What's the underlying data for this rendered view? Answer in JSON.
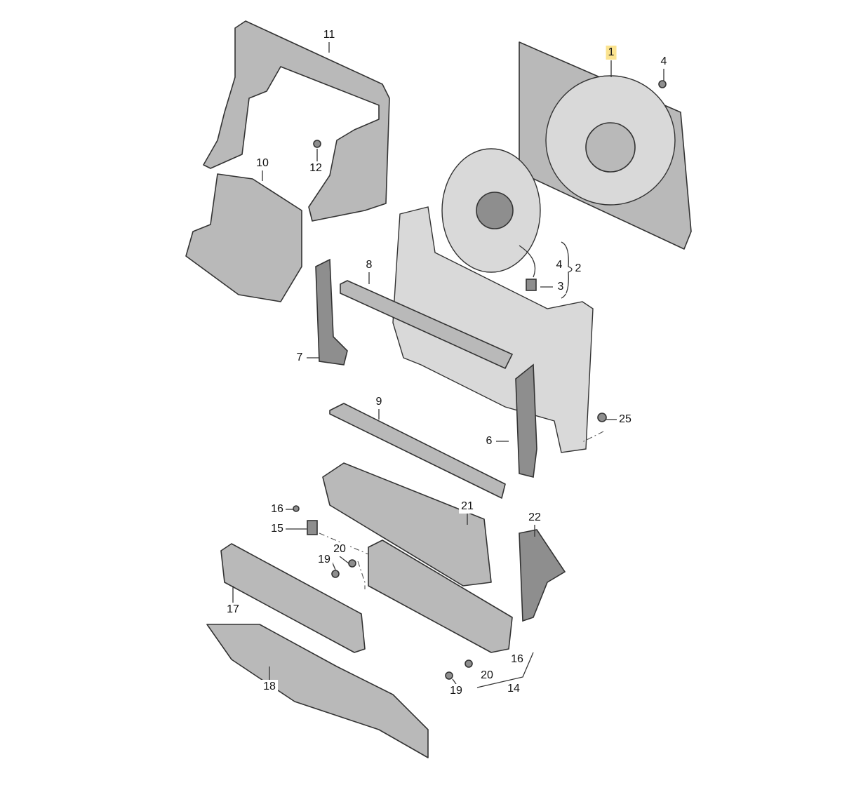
{
  "diagram": {
    "highlight_color": "#fbe38f",
    "callouts": [
      {
        "id": "c11",
        "text": "11"
      },
      {
        "id": "c1",
        "text": "1",
        "highlighted": true
      },
      {
        "id": "c4a",
        "text": "4"
      },
      {
        "id": "c12",
        "text": "12"
      },
      {
        "id": "c10",
        "text": "10"
      },
      {
        "id": "c8",
        "text": "8"
      },
      {
        "id": "c4b",
        "text": "4"
      },
      {
        "id": "c2",
        "text": "2"
      },
      {
        "id": "c3",
        "text": "3"
      },
      {
        "id": "c7",
        "text": "7"
      },
      {
        "id": "c9",
        "text": "9"
      },
      {
        "id": "c25",
        "text": "25"
      },
      {
        "id": "c6",
        "text": "6"
      },
      {
        "id": "c16a",
        "text": "16"
      },
      {
        "id": "c21",
        "text": "21"
      },
      {
        "id": "c15",
        "text": "15"
      },
      {
        "id": "c22",
        "text": "22"
      },
      {
        "id": "c20a",
        "text": "20"
      },
      {
        "id": "c19a",
        "text": "19"
      },
      {
        "id": "c17",
        "text": "17"
      },
      {
        "id": "c16b",
        "text": "16"
      },
      {
        "id": "c20b",
        "text": "20"
      },
      {
        "id": "c19b",
        "text": "19"
      },
      {
        "id": "c14",
        "text": "14"
      },
      {
        "id": "c18",
        "text": "18"
      }
    ]
  }
}
